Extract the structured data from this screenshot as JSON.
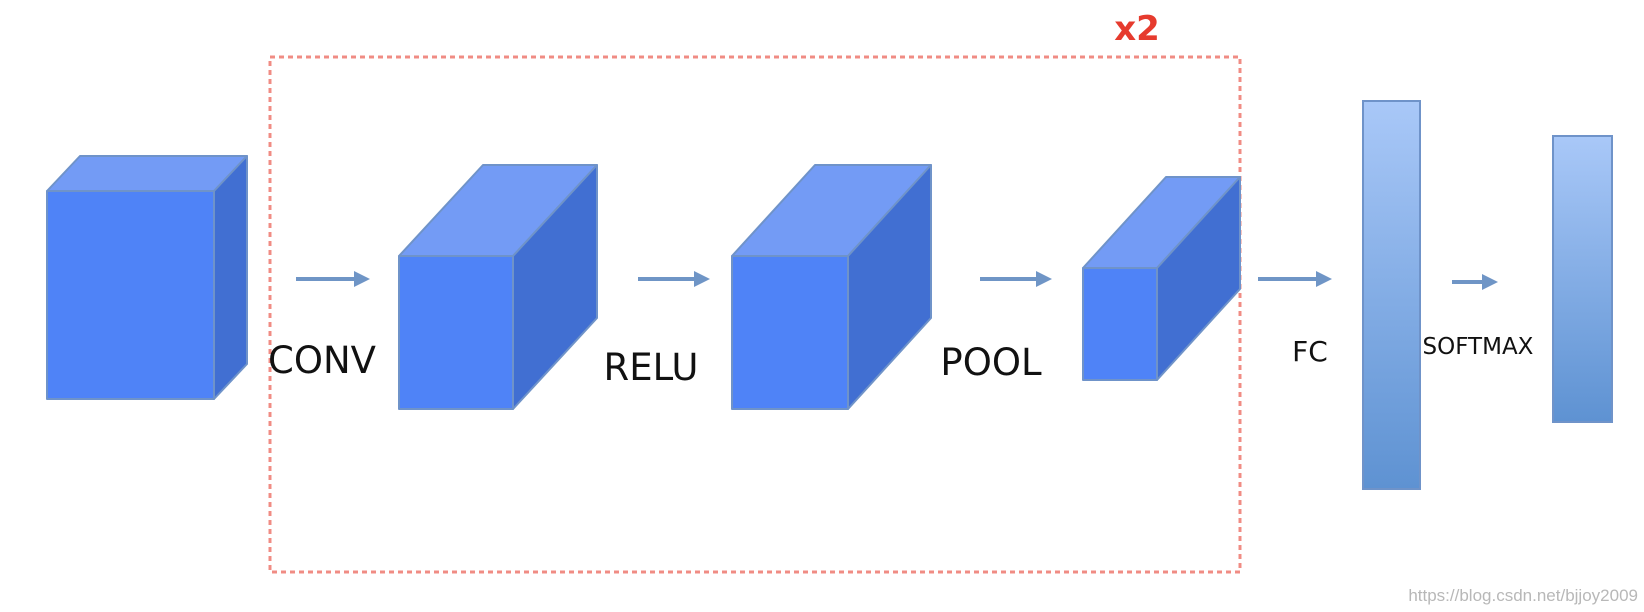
{
  "labels": {
    "conv": "CONV",
    "relu": "RELU",
    "pool": "POOL",
    "fc": "FC",
    "softmax": "SOFTMAX"
  },
  "repeat_label": "x2",
  "watermark": "https://blog.csdn.net/bjjoy2009",
  "colors": {
    "cube_front": "#4f83f7",
    "cube_top": "#739bf5",
    "cube_side": "#416fd2",
    "cube_edge": "#6f93c9",
    "arrow": "#6f95c6",
    "repeat_border": "#f08c84",
    "repeat_text": "#e63b2e",
    "bar_top": "#a9c8f8",
    "bar_bottom": "#5e92d2",
    "watermark": "#b8b8b8"
  }
}
